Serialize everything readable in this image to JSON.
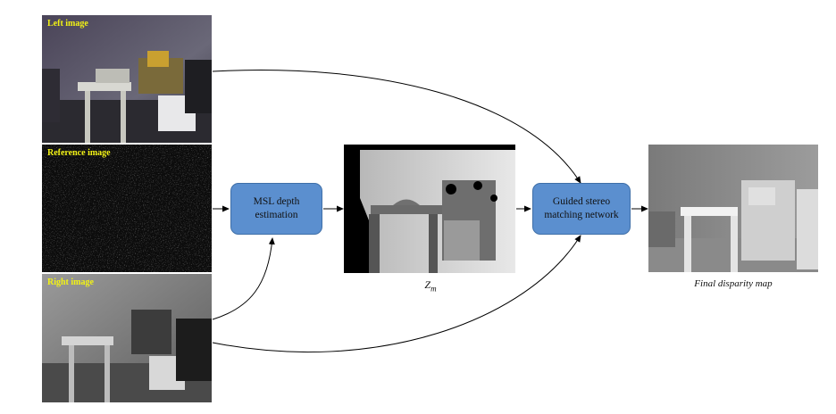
{
  "images": {
    "left": {
      "label": "Left image"
    },
    "reference": {
      "label": "Reference image"
    },
    "right": {
      "label": "Right image"
    }
  },
  "blocks": {
    "msl": {
      "label_line1": "MSL depth",
      "label_line2": "estimation"
    },
    "guided": {
      "label_line1": "Guided stereo",
      "label_line2": "matching network"
    }
  },
  "outputs": {
    "zm": {
      "symbol": "Z",
      "subscript": "m"
    },
    "final": {
      "caption": "Final disparity map"
    }
  },
  "colors": {
    "block_fill": "#5b8fcf",
    "label_text": "#f2f215",
    "arrow": "#000000"
  }
}
